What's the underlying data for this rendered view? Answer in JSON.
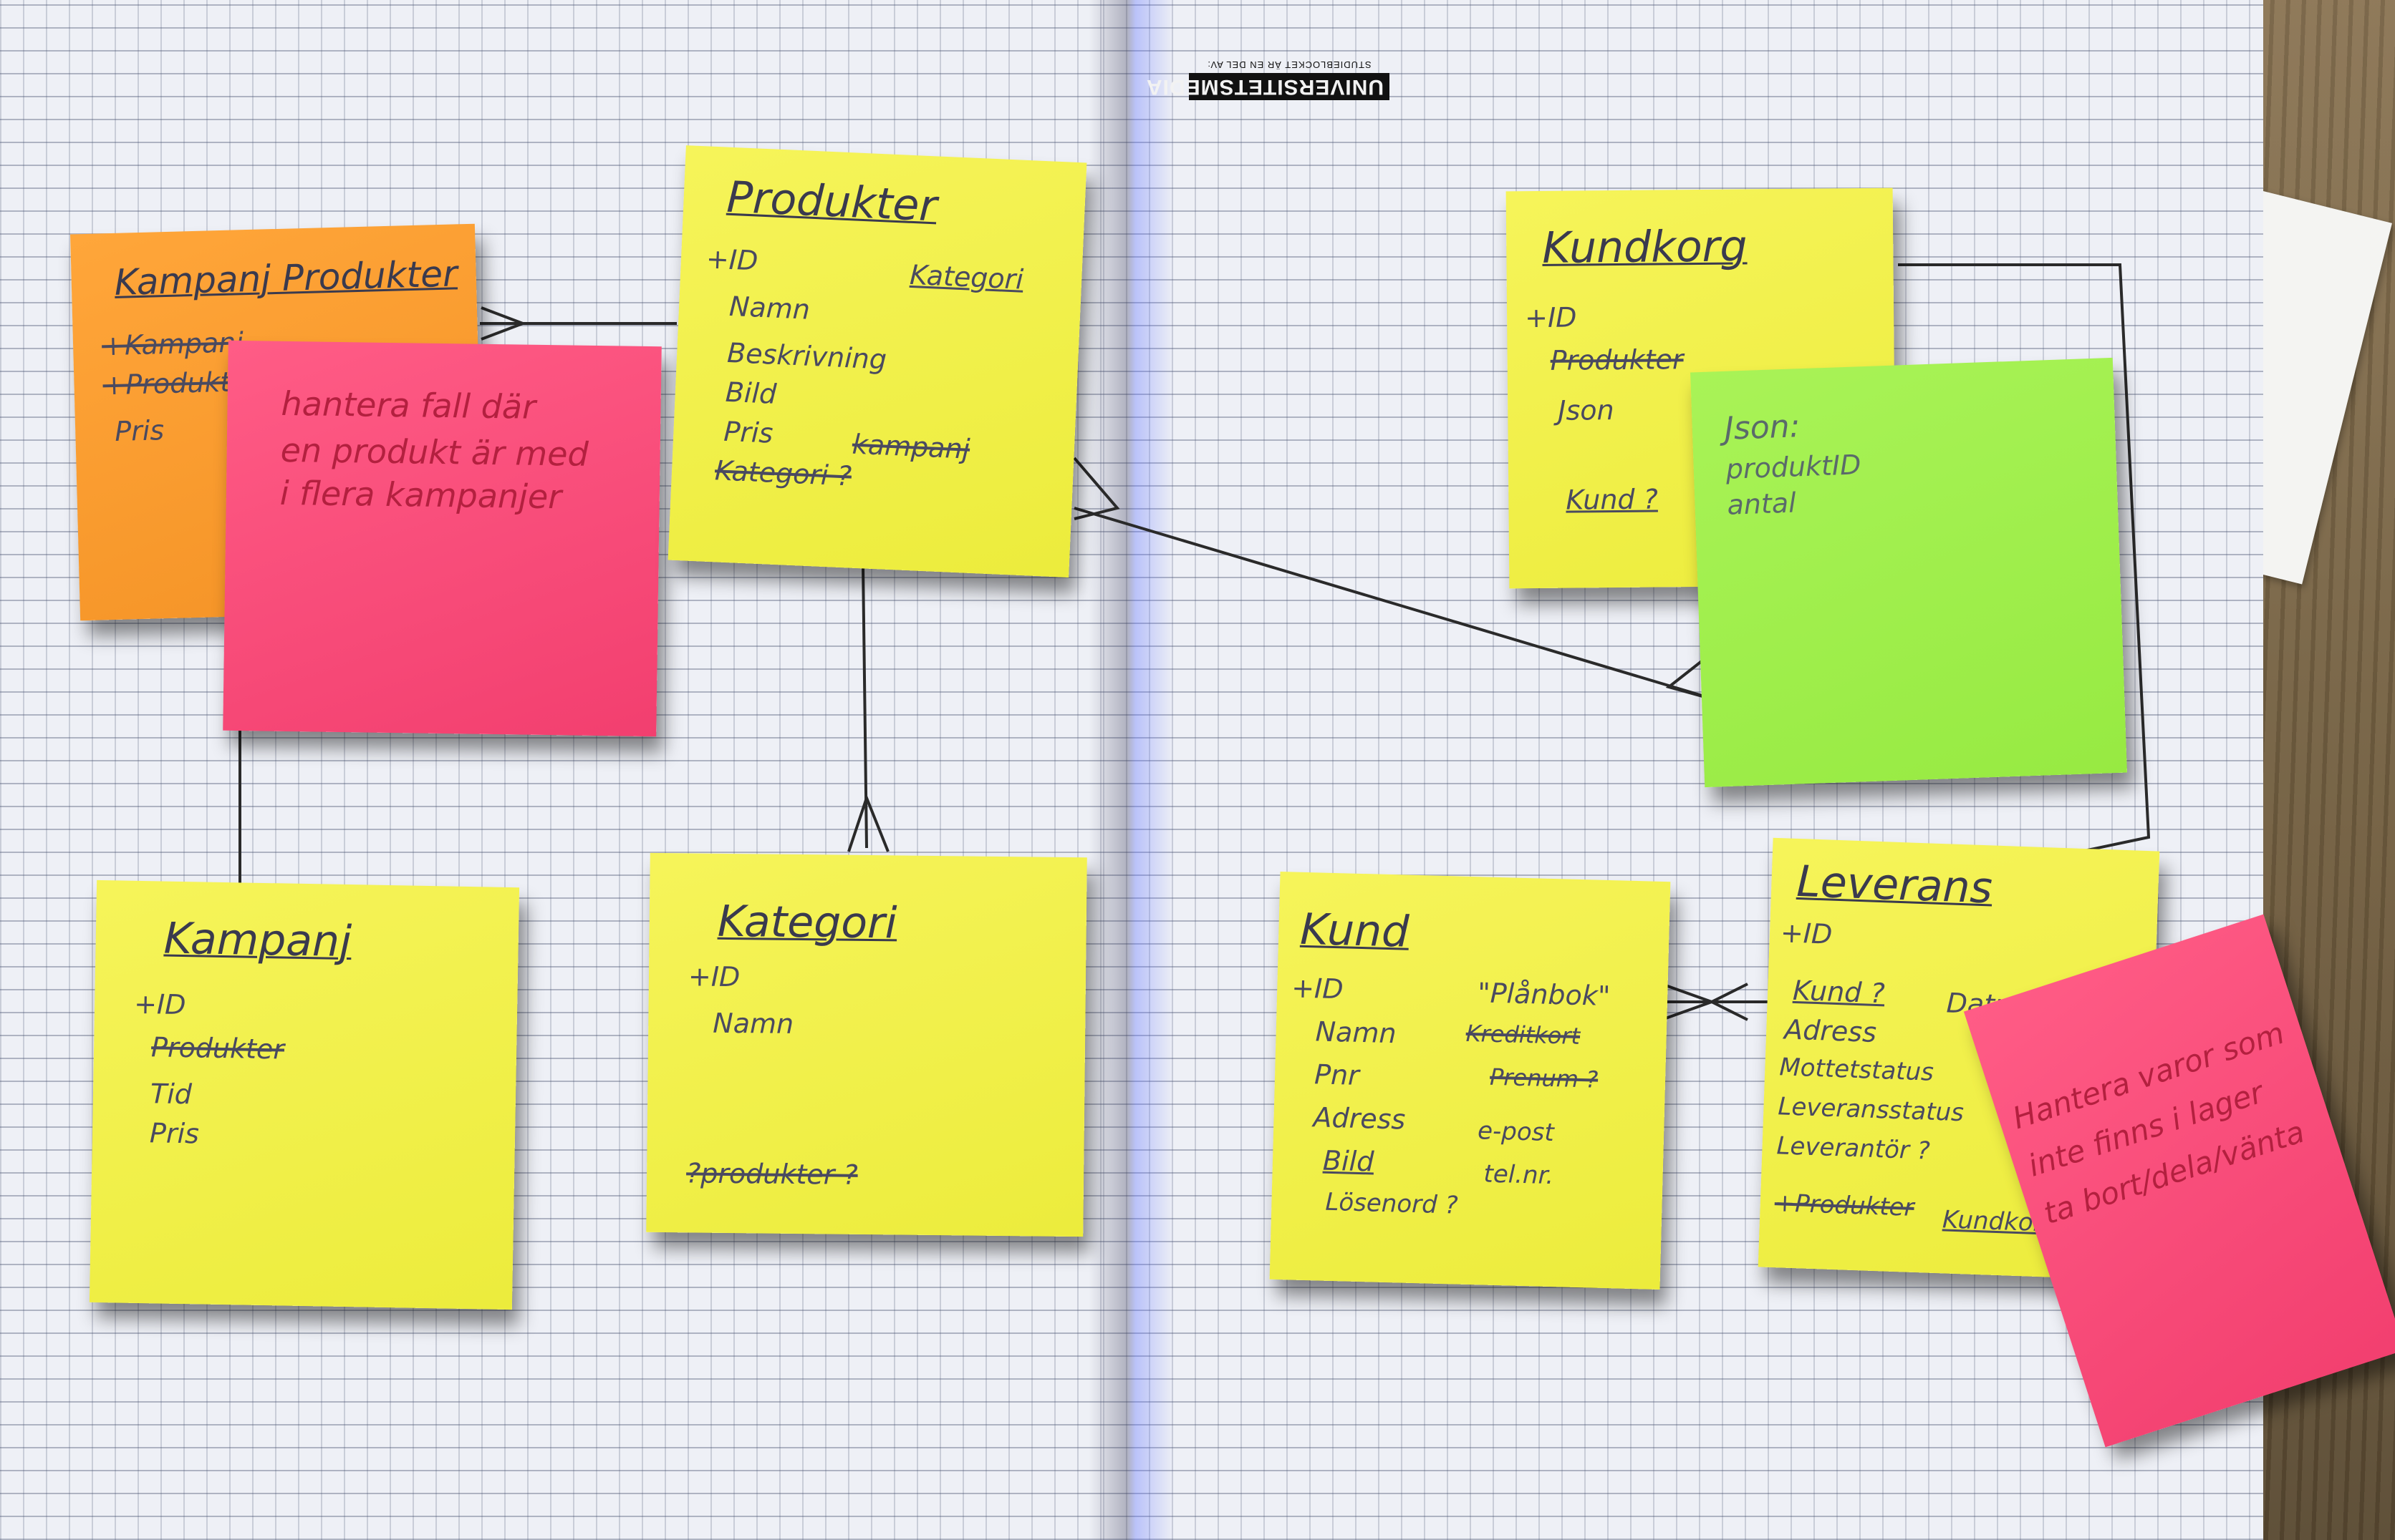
{
  "notebook": {
    "brand": "UNIVERSITETSMEDIA",
    "brand_sub": "STUDIEBLOCKET ÄR EN DEL AV:"
  },
  "notes": {
    "produkter": {
      "title": "Produkter",
      "lines": [
        "+ID",
        "Kategori",
        "Namn",
        "Beskrivning",
        "Bild",
        "Pris",
        "kampanj",
        "Kategori ?"
      ]
    },
    "kampanjprodukter": {
      "title": "Kampanj Produkter",
      "lines": [
        "+Kampanj",
        "+Produkter",
        "Pris"
      ]
    },
    "pink_left": {
      "lines": [
        "hantera fall där",
        "en produkt är med",
        "i flera kampanjer"
      ]
    },
    "kundkorg": {
      "title": "Kundkorg",
      "lines": [
        "+ID",
        "Produkter",
        "Json",
        "Kund ?"
      ]
    },
    "json_note": {
      "lines": [
        "Json:",
        "produktID",
        "antal"
      ]
    },
    "kampanj": {
      "title": "Kampanj",
      "lines": [
        "+ID",
        "Produkter",
        "Tid",
        "Pris"
      ]
    },
    "kategori": {
      "title": "Kategori",
      "lines": [
        "+ID",
        "Namn",
        "?produkter ?"
      ]
    },
    "kund": {
      "title": "Kund",
      "lines": [
        "+ID",
        "\"Plånbok\"",
        "Namn",
        "Kreditkort",
        "Pnr",
        "Prenum ?",
        "Adress",
        "e-post",
        "Bild",
        "tel.nr.",
        "Lösenord ?"
      ]
    },
    "leverans": {
      "title": "Leverans",
      "lines": [
        "+ID",
        "Kund ?",
        "Datum",
        "Adress",
        "Mottetstatus",
        "Leveransstatus",
        "Leverantör ?",
        "+Produkter",
        "Kundkorg"
      ]
    },
    "pink_right": {
      "lines": [
        "Hantera varor som",
        "inte finns i lager",
        "ta bort/dela/vänta"
      ]
    }
  }
}
